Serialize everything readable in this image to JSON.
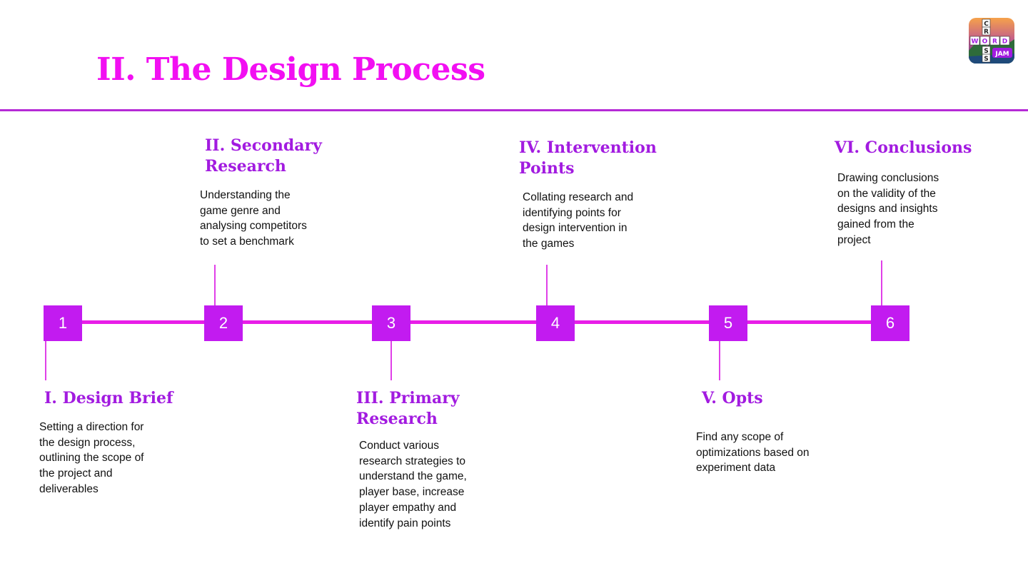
{
  "title": "II. The Design Process",
  "logo": {
    "letters_vertical": [
      "C",
      "R",
      "O",
      "S",
      "S"
    ],
    "letters_horizontal": [
      "W",
      "O",
      "R",
      "D"
    ],
    "badge": "JAM"
  },
  "steps": [
    {
      "number": "1",
      "heading_lines": [
        "I. Design Brief"
      ],
      "desc_lines": [
        "Setting a direction for",
        "the design process,",
        "outlining the scope of",
        "the project and",
        "deliverables"
      ]
    },
    {
      "number": "2",
      "heading_lines": [
        "II. Secondary",
        "Research"
      ],
      "desc_lines": [
        "Understanding the",
        "game genre and",
        "analysing competitors",
        "to set a benchmark"
      ]
    },
    {
      "number": "3",
      "heading_lines": [
        "III. Primary",
        "Research"
      ],
      "desc_lines": [
        "Conduct various",
        "research strategies to",
        "understand the game,",
        "player base, increase",
        "player empathy and",
        "identify pain points"
      ]
    },
    {
      "number": "4",
      "heading_lines": [
        "IV. Intervention",
        "Points"
      ],
      "desc_lines": [
        "Collating research and",
        "identifying points for",
        "design intervention in",
        "the games"
      ]
    },
    {
      "number": "5",
      "heading_lines": [
        "V. Opts"
      ],
      "desc_lines": [
        "Find any scope of",
        "optimizations based on",
        "experiment data"
      ]
    },
    {
      "number": "6",
      "heading_lines": [
        "VI. Conclusions"
      ],
      "desc_lines": [
        "Drawing conclusions",
        "on the validity of the",
        "designs and insights",
        "gained from the",
        "project"
      ]
    }
  ]
}
